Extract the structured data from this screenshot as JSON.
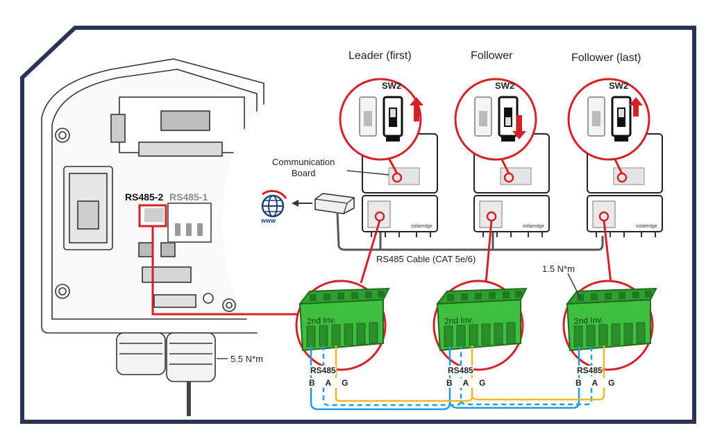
{
  "inverters": [
    {
      "title": "Leader (first)",
      "switch_label": "SW2",
      "switch_direction": "up"
    },
    {
      "title": "Follower",
      "switch_label": "SW2",
      "switch_direction": "down"
    },
    {
      "title": "Follower (last)",
      "switch_label": "SW2",
      "switch_direction": "up"
    }
  ],
  "labels": {
    "communication_board": "Communication\nBoard",
    "rs485_2": "RS485-2",
    "rs485_1": "RS485-1",
    "rs485_cable": "RS485 Cable (CAT 5e/6)",
    "torque_terminal": "1.5 N*m",
    "torque_gland": "5.5 N*m",
    "www": "www"
  },
  "connectors": [
    {
      "body_label": "2nd Inv.",
      "bus_label": "RS485",
      "pins": "B A G"
    },
    {
      "body_label": "2nd Inv.",
      "bus_label": "RS485",
      "pins": "B A G"
    },
    {
      "body_label": "2nd Inv.",
      "bus_label": "RS485",
      "pins": "B A G"
    }
  ],
  "colors": {
    "highlight": "#d42027",
    "frame": "#2b3355",
    "terminal_green": "#3fbf3f",
    "wire_b": "#1e9be0",
    "wire_g": "#f2b81c"
  }
}
